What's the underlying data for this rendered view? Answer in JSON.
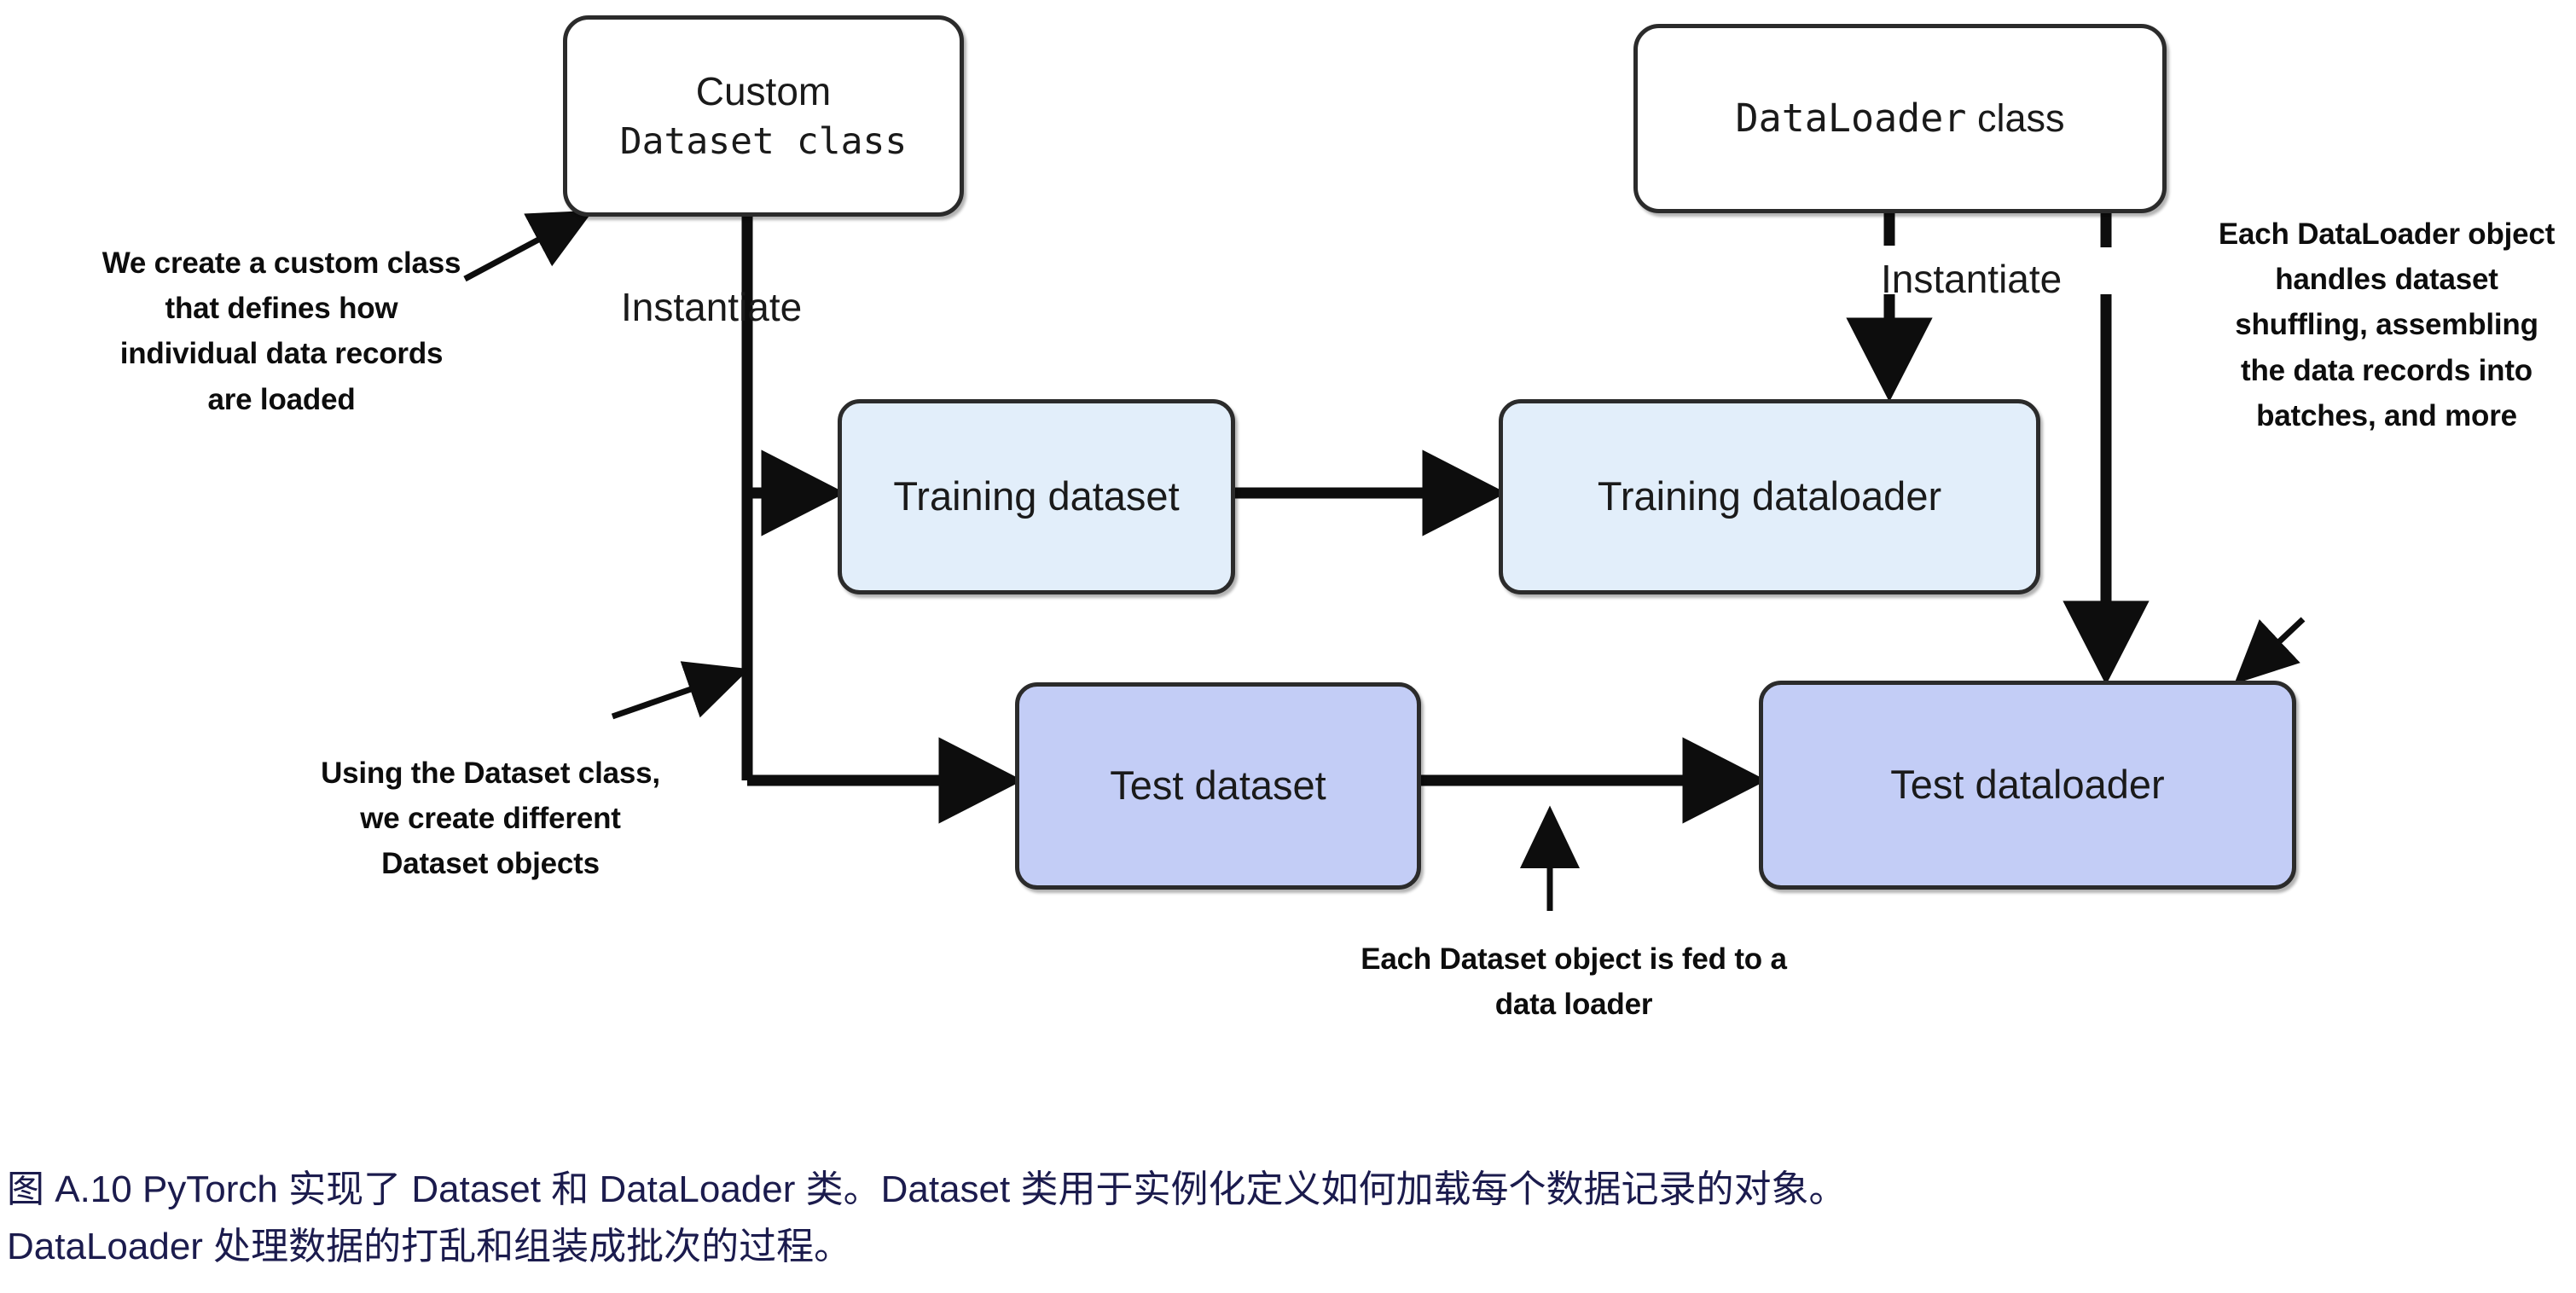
{
  "figure": {
    "id": "A.10",
    "nodes": {
      "custom_dataset_class": {
        "line1": "Custom",
        "line2": "Dataset class"
      },
      "dataloader_class": {
        "line1": "DataLoader",
        "line2": " class"
      },
      "training_dataset": {
        "label": "Training dataset"
      },
      "training_dataloader": {
        "label": "Training dataloader"
      },
      "test_dataset": {
        "label": "Test dataset"
      },
      "test_dataloader": {
        "label": "Test dataloader"
      }
    },
    "edge_labels": {
      "instantiate_left": "Instantiate",
      "instantiate_right": "Instantiate"
    },
    "annotations": {
      "we_create": "We create a custom class that defines how individual data records are loaded",
      "using_dataset": "Using the Dataset class, we create different Dataset objects",
      "each_dataloader": "Each DataLoader object handles dataset shuffling, assembling the data records into batches, and more",
      "each_dataset": "Each Dataset object is fed to a data loader"
    },
    "caption": {
      "line1": "图 A.10 PyTorch 实现了 Dataset 和 DataLoader 类。Dataset 类用于实例化定义如何加载每个数据记录的对象。",
      "line2": "DataLoader 处理数据的打乱和组装成批次的过程。"
    },
    "colors": {
      "background": "#ffffff",
      "node_border": "#2b2b2b",
      "node_white": "#ffffff",
      "node_light_blue": "#e2eefa",
      "node_mid_blue": "#c3cdf6",
      "arrow": "#0d0d0d",
      "annotation_text": "#0d0d0d",
      "caption_text": "#1b1b4d"
    }
  }
}
